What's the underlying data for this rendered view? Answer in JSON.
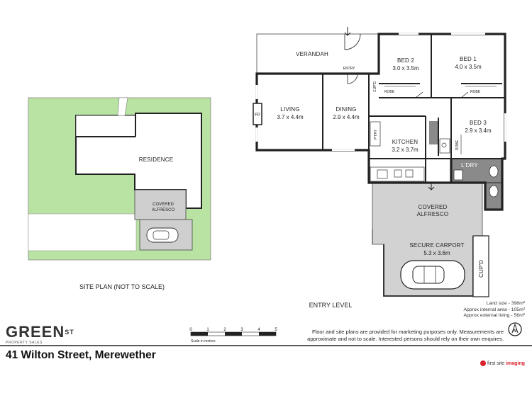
{
  "site_plan": {
    "residence": "RESIDENCE",
    "alfresco_line1": "COVERED",
    "alfresco_line2": "ALFRESCO",
    "caption": "SITE PLAN (NOT TO SCALE)"
  },
  "floor_plan": {
    "caption": "ENTRY LEVEL",
    "rooms": {
      "verandah": "VERANDAH",
      "entry": "ENTRY",
      "bed2_name": "BED 2",
      "bed2_size": "3.0 x 3.5m",
      "bed1_name": "BED 1",
      "bed1_size": "4.0 x 3.5m",
      "living_name": "LIVING",
      "living_size": "3.7 x 4.4m",
      "dining_name": "DINING",
      "dining_size": "2.9 x 4.4m",
      "kitchen_name": "KITCHEN",
      "kitchen_size": "3.2 x 3.7m",
      "bed3_name": "BED 3",
      "bed3_size": "2.9 x 3.4m",
      "laundry": "L'DRY",
      "alfresco_line1": "COVERED",
      "alfresco_line2": "ALFRESCO",
      "carport_name": "SECURE CARPORT",
      "carport_size": "5.3 x 3.6m",
      "robe_left": "ROBE",
      "robe_right": "ROBE",
      "robe_bed3": "ROBE",
      "cupd_entry": "CUP'D",
      "cupd_carport": "CUP'D",
      "pantry": "P'TRY",
      "fireplace": "FP"
    }
  },
  "areas": {
    "land": "Land size - 398m²",
    "internal": "Approx internal area - 105m²",
    "external": "Approx external living - 56m²"
  },
  "scale": {
    "ticks": [
      "0",
      "1",
      "2",
      "3",
      "4",
      "5"
    ],
    "label": "Scale in metres"
  },
  "north_label": "N",
  "disclaimer": {
    "line1": "Floor and site plans are provided for marketing purposes only. Measurements are",
    "line2": "approximate and not to scale. Interested persons should rely on their own enquires."
  },
  "brand": {
    "name": "GREEN",
    "super": "ST",
    "tagline": "PROPERTY SALES"
  },
  "address": "41 Wilton Street, Merewether",
  "imaging": {
    "prefix": "first site",
    "highlight": "imaging"
  },
  "colors": {
    "lawn": "#b9e3a3",
    "wall": "#222222",
    "outdoor": "#d2d2d2",
    "utility": "#8a8a8a",
    "accent": "#d9212c"
  }
}
